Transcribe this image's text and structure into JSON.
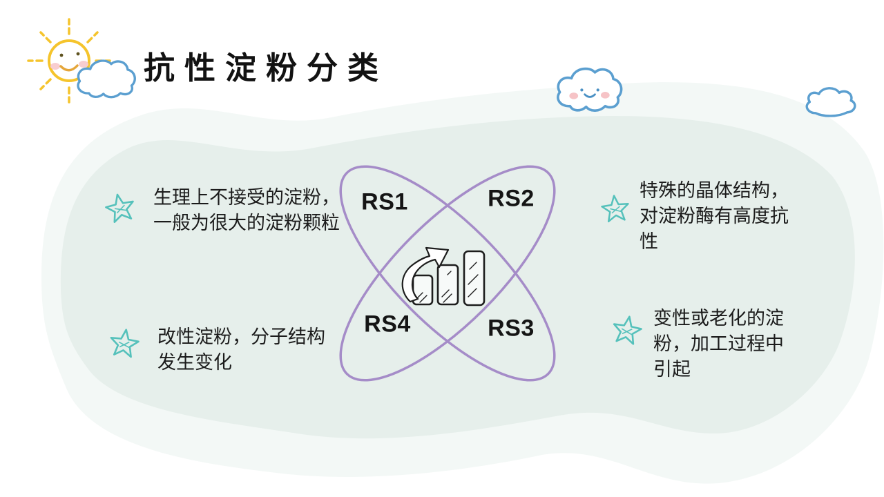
{
  "slide": {
    "title": "抗性淀粉分类"
  },
  "diagram": {
    "shape": "four-petal-cross-ellipses",
    "shape_color": "#a58cc8",
    "center_icon": "bar-chart-growth-arrow",
    "petals": [
      {
        "label": "RS1"
      },
      {
        "label": "RS2"
      },
      {
        "label": "RS3"
      },
      {
        "label": "RS4"
      }
    ],
    "notes": [
      {
        "position": "left-top",
        "bullet_icon": "star",
        "text": "生理上不接受的淀粉，一般为很大的淀粉颗粒"
      },
      {
        "position": "left-bottom",
        "bullet_icon": "star",
        "text": "改性淀粉，分子结构发生变化"
      },
      {
        "position": "right-top",
        "bullet_icon": "star",
        "text": "特殊的晶体结构，对淀粉酶有高度抗性"
      },
      {
        "position": "right-bottom",
        "bullet_icon": "star",
        "text": "变性或老化的淀粉，加工过程中引起"
      }
    ]
  },
  "decorations": {
    "sun": "smiling-sun-icon",
    "clouds": [
      "cloud-icon",
      "smiley-cloud-icon",
      "small-cloud-icon"
    ],
    "bullet_star_color": "#55c1bb",
    "cloud_blue": "#5b9fd0",
    "sun_yellow": "#f5c42c",
    "blush_pink": "#f6c3c6",
    "blob_main_color": "#e6efeb",
    "blob_light_color": "#f3f8f6"
  }
}
